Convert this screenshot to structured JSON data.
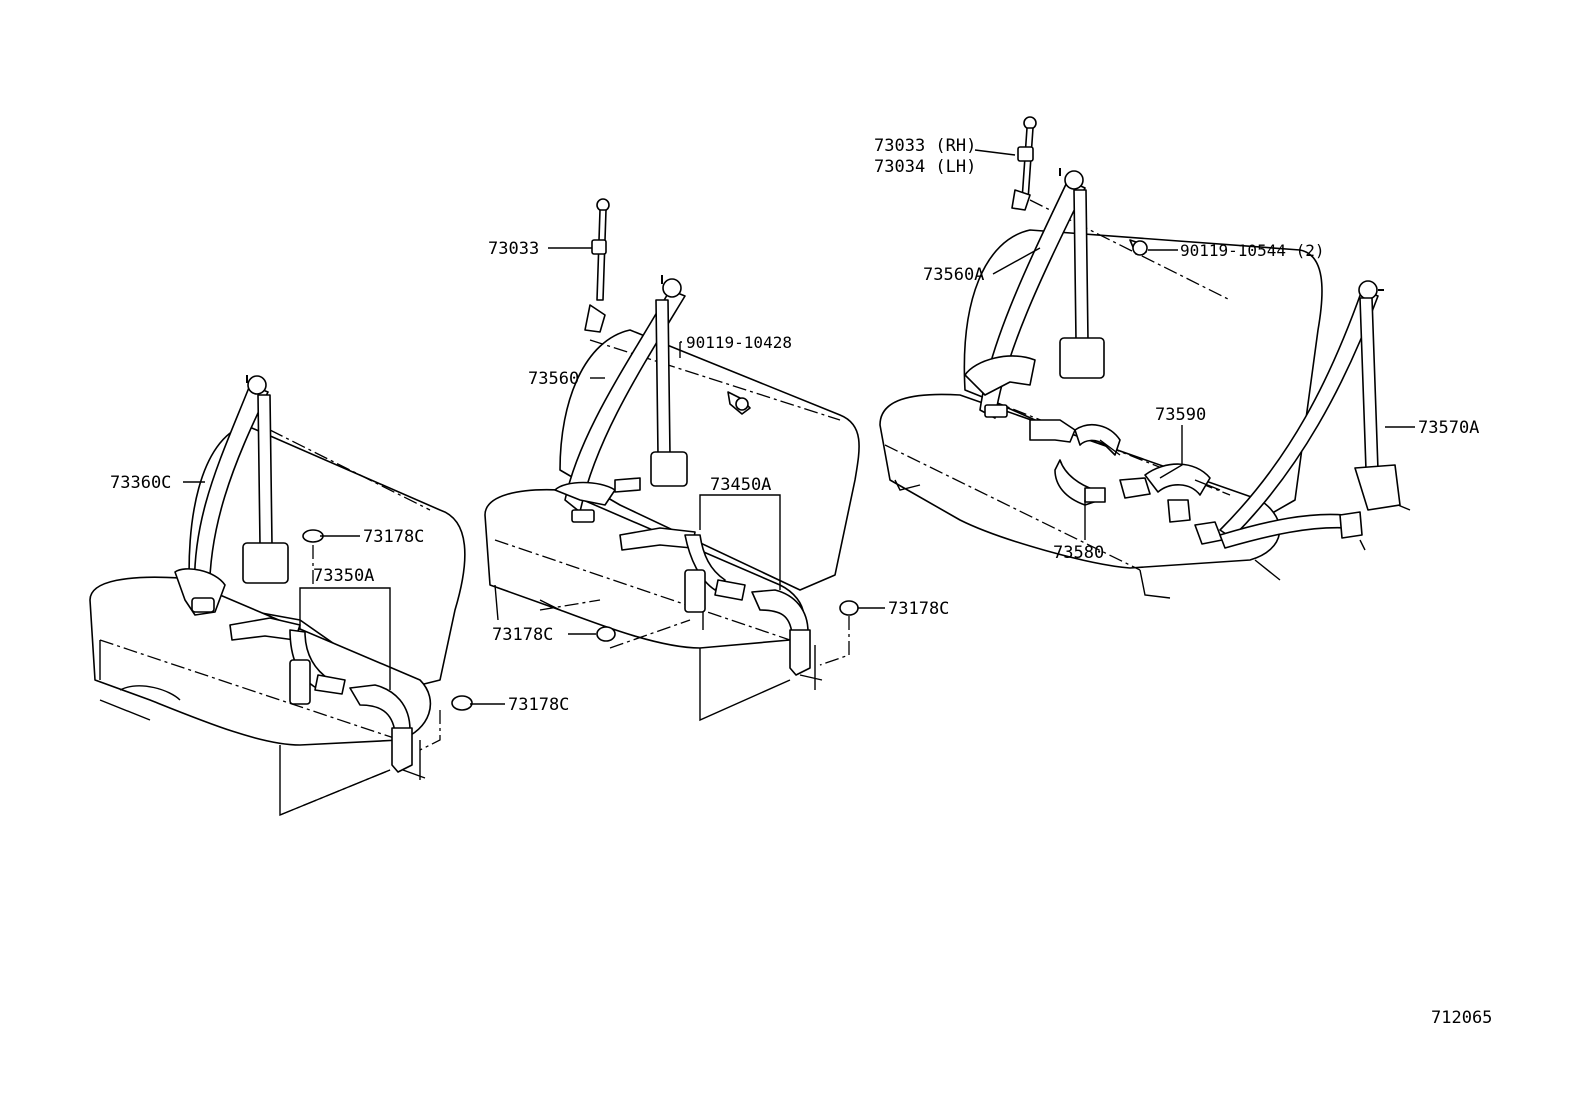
{
  "diagram": {
    "figure_id": "712065",
    "labels": {
      "seat1_shoulder_belt": "73360C",
      "seat1_inner_belt": "73350A",
      "seat1_cover_top": "73178C",
      "seat1_cover_bottom": "73178C",
      "seat2_anchor": "73033",
      "seat2_bolt": "90119-10428",
      "seat2_shoulder_belt": "73560",
      "seat2_inner_belt": "73450A",
      "seat2_cover_left": "73178C",
      "seat2_cover_right": "73178C",
      "seat3_anchor_rh": "73033 (RH)",
      "seat3_anchor_lh": "73034 (LH)",
      "seat3_bolt": "90119-10544 (2)",
      "seat3_left_belt": "73560A",
      "seat3_center_belt": "73590",
      "seat3_inner_belt": "73580",
      "seat3_right_belt": "73570A"
    }
  }
}
